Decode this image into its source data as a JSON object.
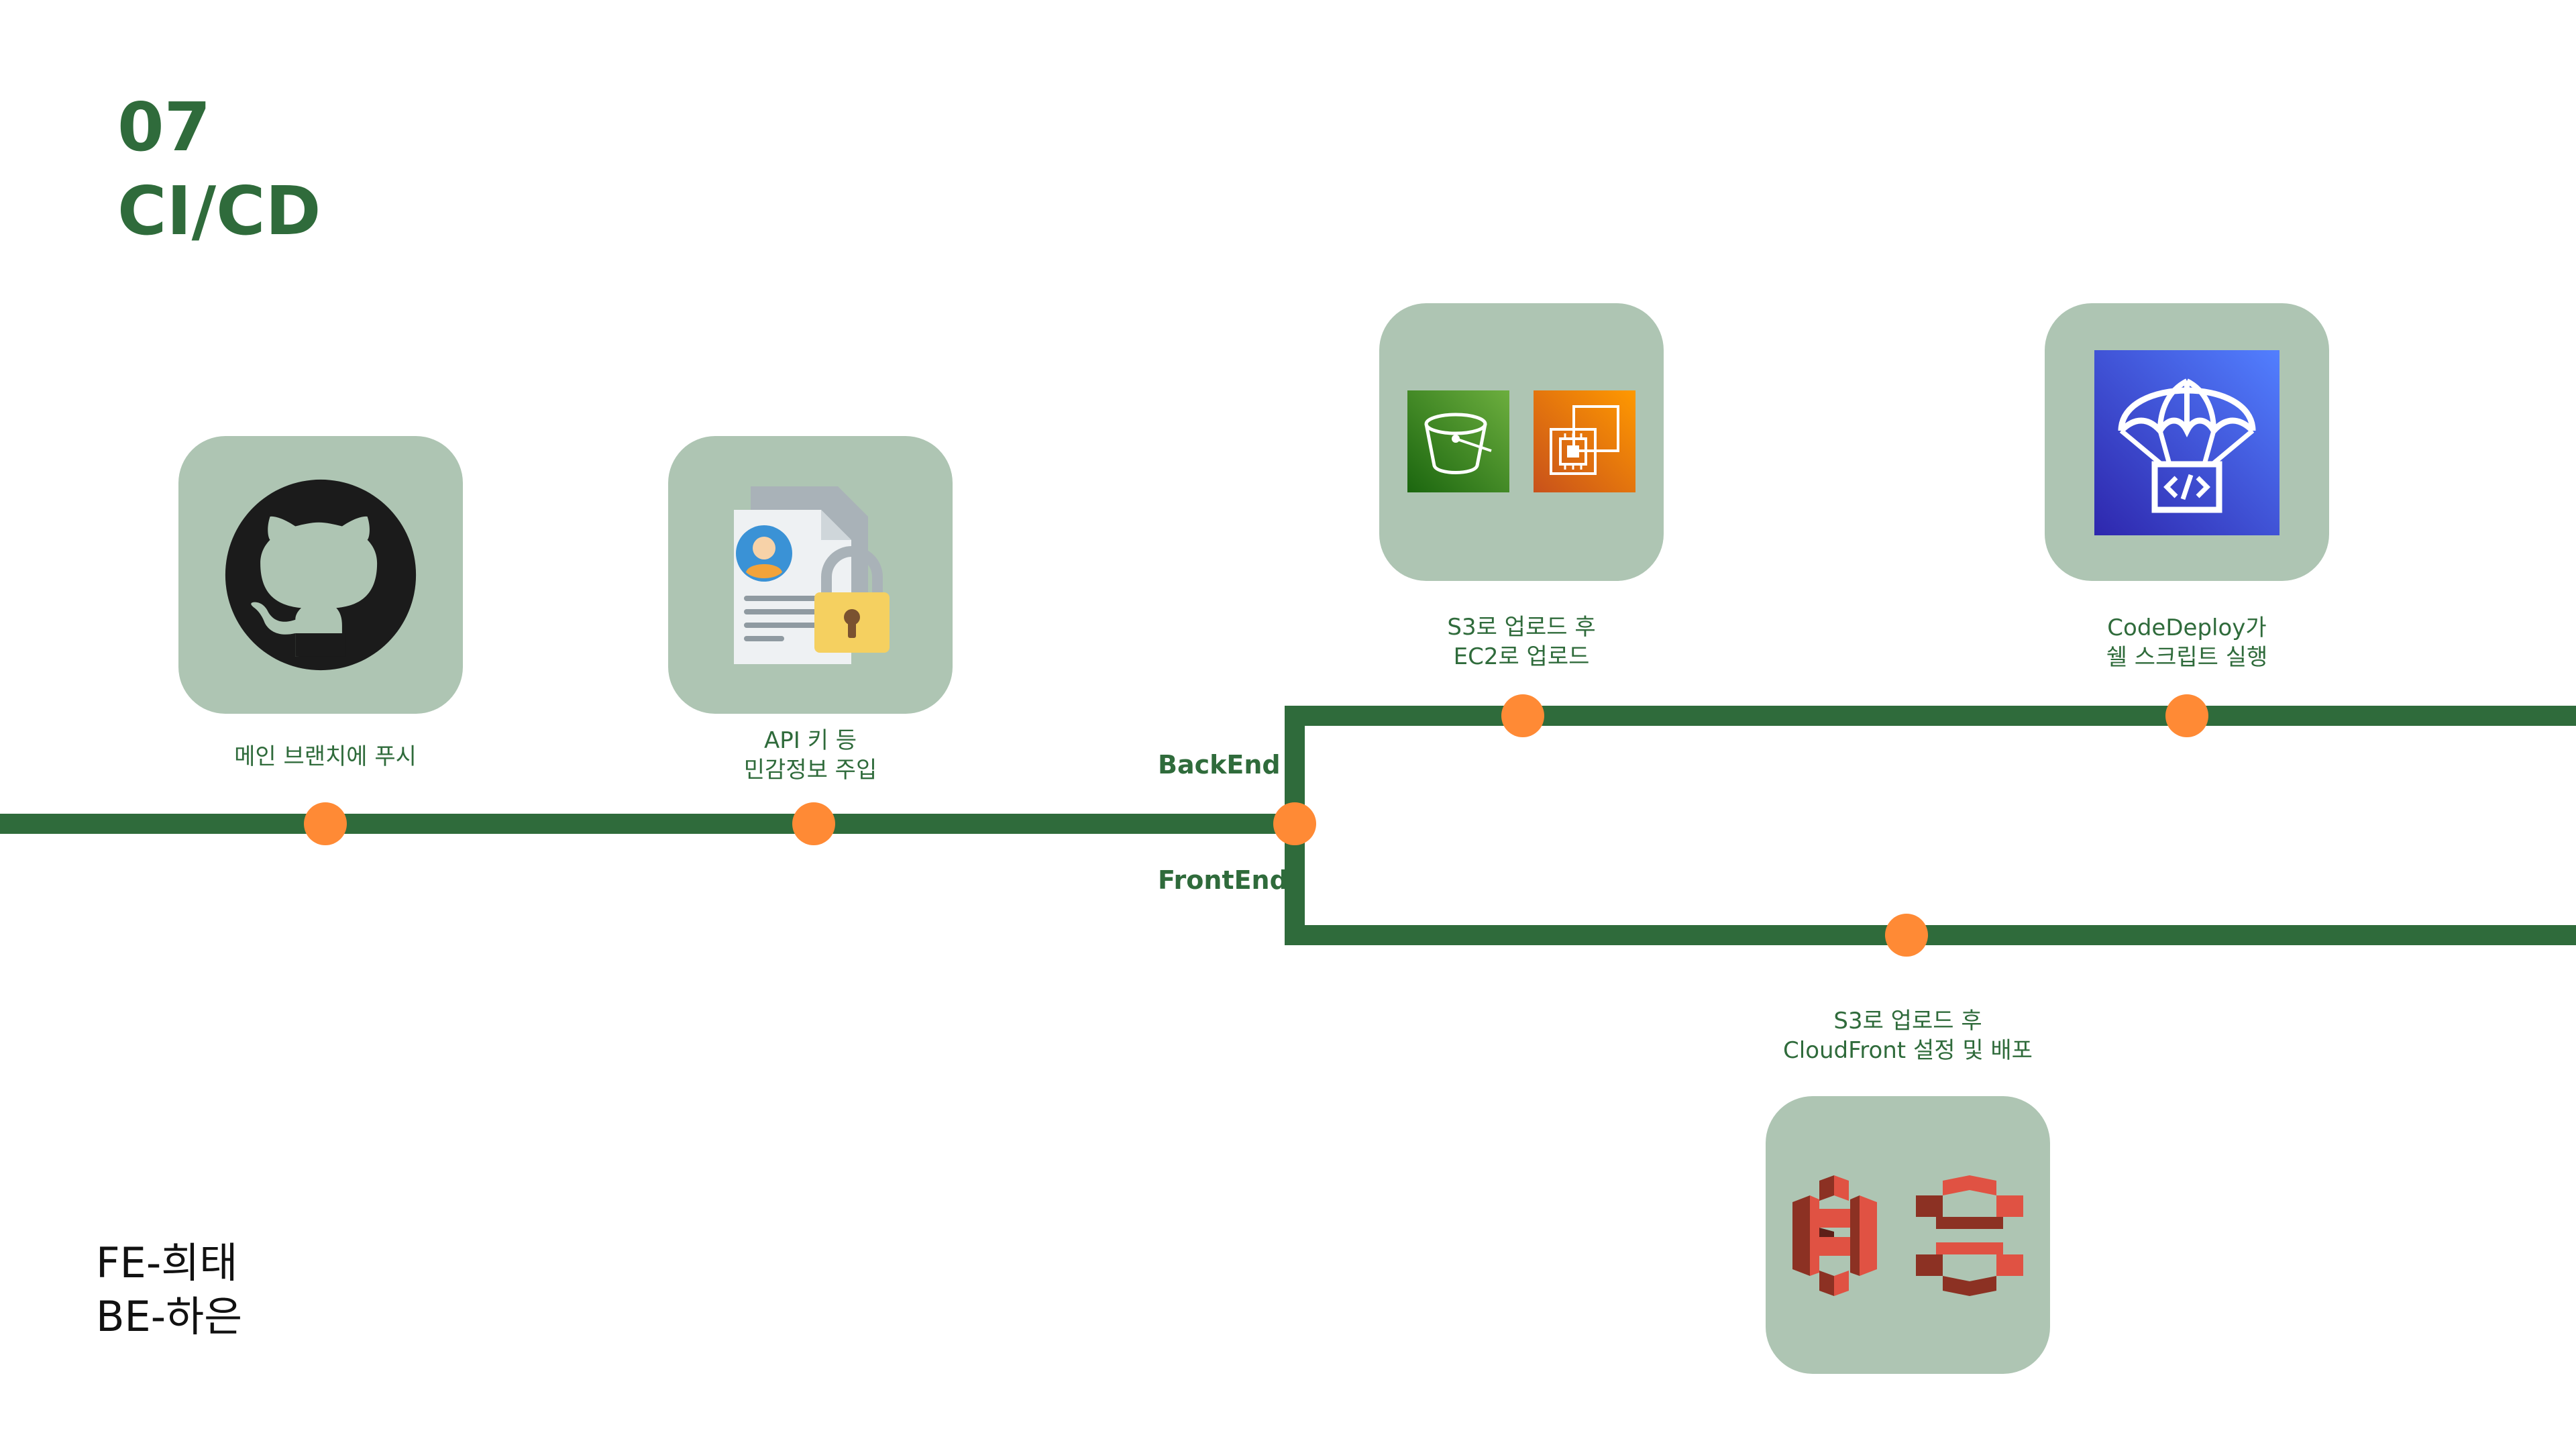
{
  "title": {
    "number": "07",
    "name": "CI/CD"
  },
  "steps": {
    "push": {
      "label": "메인 브랜치에 푸시",
      "icon": "github-icon"
    },
    "secrets": {
      "label_line1": "API 키 등",
      "label_line2": "민감정보 주입",
      "icon": "secret-document-lock-icon"
    },
    "be_upload": {
      "label_line1": "S3로 업로드 후",
      "label_line2": "EC2로 업로드",
      "icons": [
        "aws-s3-bucket-icon",
        "aws-ec2-instance-icon"
      ]
    },
    "be_deploy": {
      "label_line1": "CodeDeploy가",
      "label_line2": "쉘 스크립트 실행",
      "icon": "aws-codedeploy-icon"
    },
    "fe_deploy": {
      "label_line1": "S3로 업로드 후",
      "label_line2": "CloudFront 설정 및 배포",
      "icon": "aws-s3-cloudfront-icon"
    }
  },
  "branches": {
    "backend": "BackEnd",
    "frontend": "FrontEnd"
  },
  "team": {
    "fe": "FE-희태",
    "be": "BE-하은"
  },
  "colors": {
    "line": "#2f6b3b",
    "node": "#ff8a35",
    "card": "#aec5b3",
    "text": "#2f6b3b"
  }
}
